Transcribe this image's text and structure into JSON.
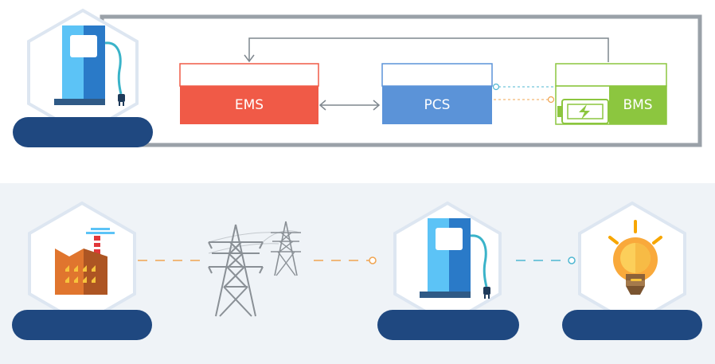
{
  "system": {
    "ems": {
      "label": "EMS",
      "color": "#f05a47"
    },
    "pcs": {
      "label": "PCS",
      "color": "#5b93d8"
    },
    "bms": {
      "label": "BMS",
      "color": "#8cc63f"
    }
  },
  "icons": {
    "top": "ev-charger-icon",
    "flow": [
      "factory-icon",
      "power-tower-icon",
      "ev-charger-icon",
      "light-bulb-icon"
    ]
  },
  "colors": {
    "pill": "#1f4880",
    "hex_border": "#dde6f1",
    "frame": "#9aa1a8",
    "bottom_band": "#eff3f7",
    "connector_orange": "#f0a450",
    "connector_blue": "#4fb7d2"
  }
}
